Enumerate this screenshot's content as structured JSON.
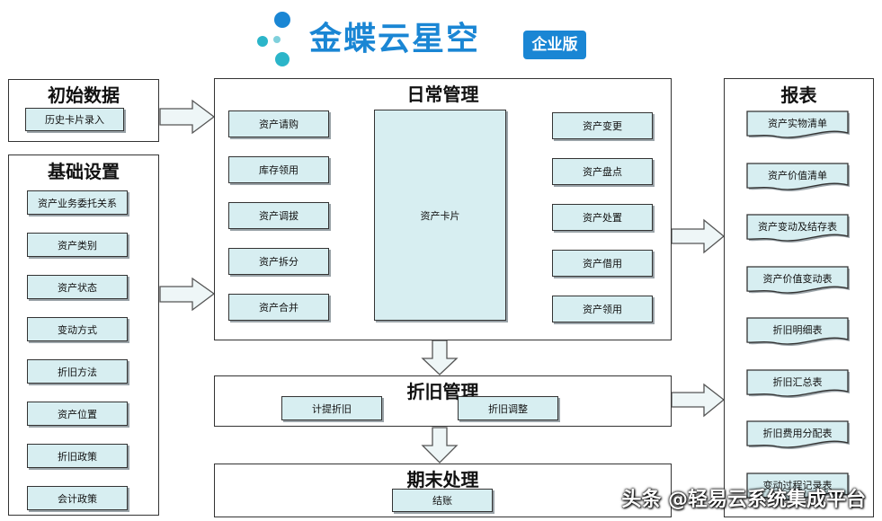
{
  "logo": {
    "text": "金蝶云星空",
    "badge": "企业版"
  },
  "panels": {
    "initial": {
      "title": "初始数据",
      "items": [
        "历史卡片录入"
      ]
    },
    "basic": {
      "title": "基础设置",
      "items": [
        "资产业务委托关系",
        "资产类别",
        "资产状态",
        "变动方式",
        "折旧方法",
        "资产位置",
        "折旧政策",
        "会计政策"
      ]
    },
    "daily": {
      "title": "日常管理",
      "left_items": [
        "资产请购",
        "库存领用",
        "资产调拔",
        "资产拆分",
        "资产合并"
      ],
      "center_item": "资产卡片",
      "right_items": [
        "资产变更",
        "资产盘点",
        "资产处置",
        "资产借用",
        "资产领用"
      ]
    },
    "depreciation": {
      "title": "折旧管理",
      "items": [
        "计提折旧",
        "折旧调整"
      ]
    },
    "period_end": {
      "title": "期末处理",
      "items": [
        "结账"
      ]
    },
    "reports": {
      "title": "报表",
      "items": [
        "资产实物清单",
        "资产价值清单",
        "资产变动及结存表",
        "资产价值变动表",
        "折旧明细表",
        "折旧汇总表",
        "折旧费用分配表",
        "变动过程记录表"
      ]
    }
  },
  "watermark": "头条 @轻易云系统集成平台"
}
